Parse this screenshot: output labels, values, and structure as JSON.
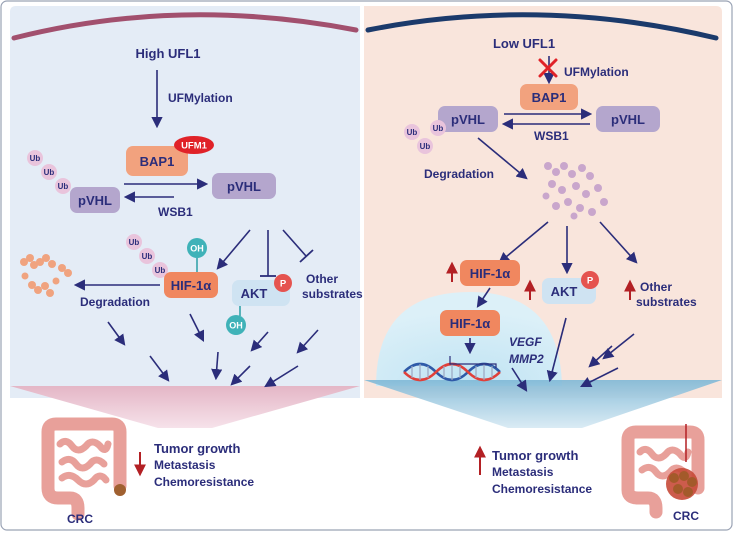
{
  "left_panel": {
    "title": "High UFL1",
    "process": "UFMylation",
    "ufm1": "UFM1",
    "bap1": "BAP1",
    "pvhl_left": "pVHL",
    "pvhl_right": "pVHL",
    "wsb1": "WSB1",
    "ub": "Ub",
    "oh": "OH",
    "p": "P",
    "hif": "HIF-1α",
    "akt": "AKT",
    "other1": "Other",
    "other2": "substrates",
    "degradation": "Degradation",
    "outcome": [
      "Tumor growth",
      "Metastasis",
      "Chemoresistance"
    ],
    "crc": "CRC"
  },
  "right_panel": {
    "title": "Low UFL1",
    "process": "UFMylation",
    "bap1": "BAP1",
    "pvhl_left": "pVHL",
    "pvhl_right": "pVHL",
    "wsb1": "WSB1",
    "ub": "Ub",
    "p": "P",
    "degradation": "Degradation",
    "hif": "HIF-1α",
    "hif_nuclear": "HIF-1α",
    "akt": "AKT",
    "other1": "Other",
    "other2": "substrates",
    "vegf": "VEGF",
    "mmp2": "MMP2",
    "outcome": [
      "Tumor growth",
      "Metastasis",
      "Chemoresistance"
    ],
    "crc": "CRC"
  },
  "colors": {
    "left_bg": "#e4ecf6",
    "right_bg": "#f9e5dc",
    "left_arc": "#a2506e",
    "right_arc": "#1b3a6b",
    "text": "#2b2d7a",
    "bap1": "#f2a27e",
    "pvhl": "#b4a6cd",
    "hif": "#f0875f",
    "akt": "#cfe3f2",
    "up_down_arrow": "#b32024",
    "ub": "#e9c4dc"
  }
}
